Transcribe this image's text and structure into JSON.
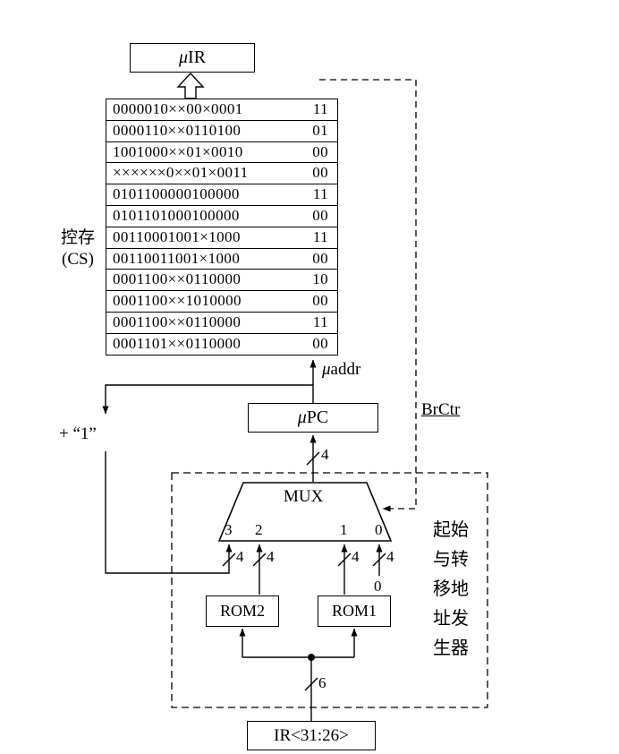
{
  "cs_table": {
    "label_line1": "控存",
    "label_line2": "(CS)",
    "rows": [
      {
        "pattern": "0000010××00×0001",
        "bits": "11"
      },
      {
        "pattern": "0000110××0110100",
        "bits": "01"
      },
      {
        "pattern": "1001000××01×0010",
        "bits": "00"
      },
      {
        "pattern": "××××××0××01×0011",
        "bits": "00"
      },
      {
        "pattern": "0101100000100000",
        "bits": "11"
      },
      {
        "pattern": "0101101000100000",
        "bits": "00"
      },
      {
        "pattern": "00110001001×1000",
        "bits": "11"
      },
      {
        "pattern": "00110011001×1000",
        "bits": "00"
      },
      {
        "pattern": "0001100××0110000",
        "bits": "10"
      },
      {
        "pattern": "0001100××1010000",
        "bits": "00"
      },
      {
        "pattern": "0001100××0110000",
        "bits": "11"
      },
      {
        "pattern": "0001101××0110000",
        "bits": "00"
      }
    ]
  },
  "blocks": {
    "uir": {
      "mu": "μ",
      "name": "IR"
    },
    "upc": {
      "mu": "μ",
      "name": "PC"
    },
    "mux": "MUX",
    "rom2": "ROM2",
    "rom1": "ROM1",
    "ir": "IR<31:26>"
  },
  "signals": {
    "uaddr_mu": "μ",
    "uaddr_name": "addr",
    "brctr": "BrCtr",
    "plus_one": "+ “1”",
    "const_zero": "0"
  },
  "bus_widths": {
    "mux_to_upc": "4",
    "in3": "4",
    "in2": "4",
    "in1": "4",
    "in0": "4",
    "ir_to_roms": "6"
  },
  "mux_inputs": [
    "3",
    "2",
    "1",
    "0"
  ],
  "generator_label": [
    "起始",
    "与转",
    "移地",
    "址发",
    "生器"
  ]
}
